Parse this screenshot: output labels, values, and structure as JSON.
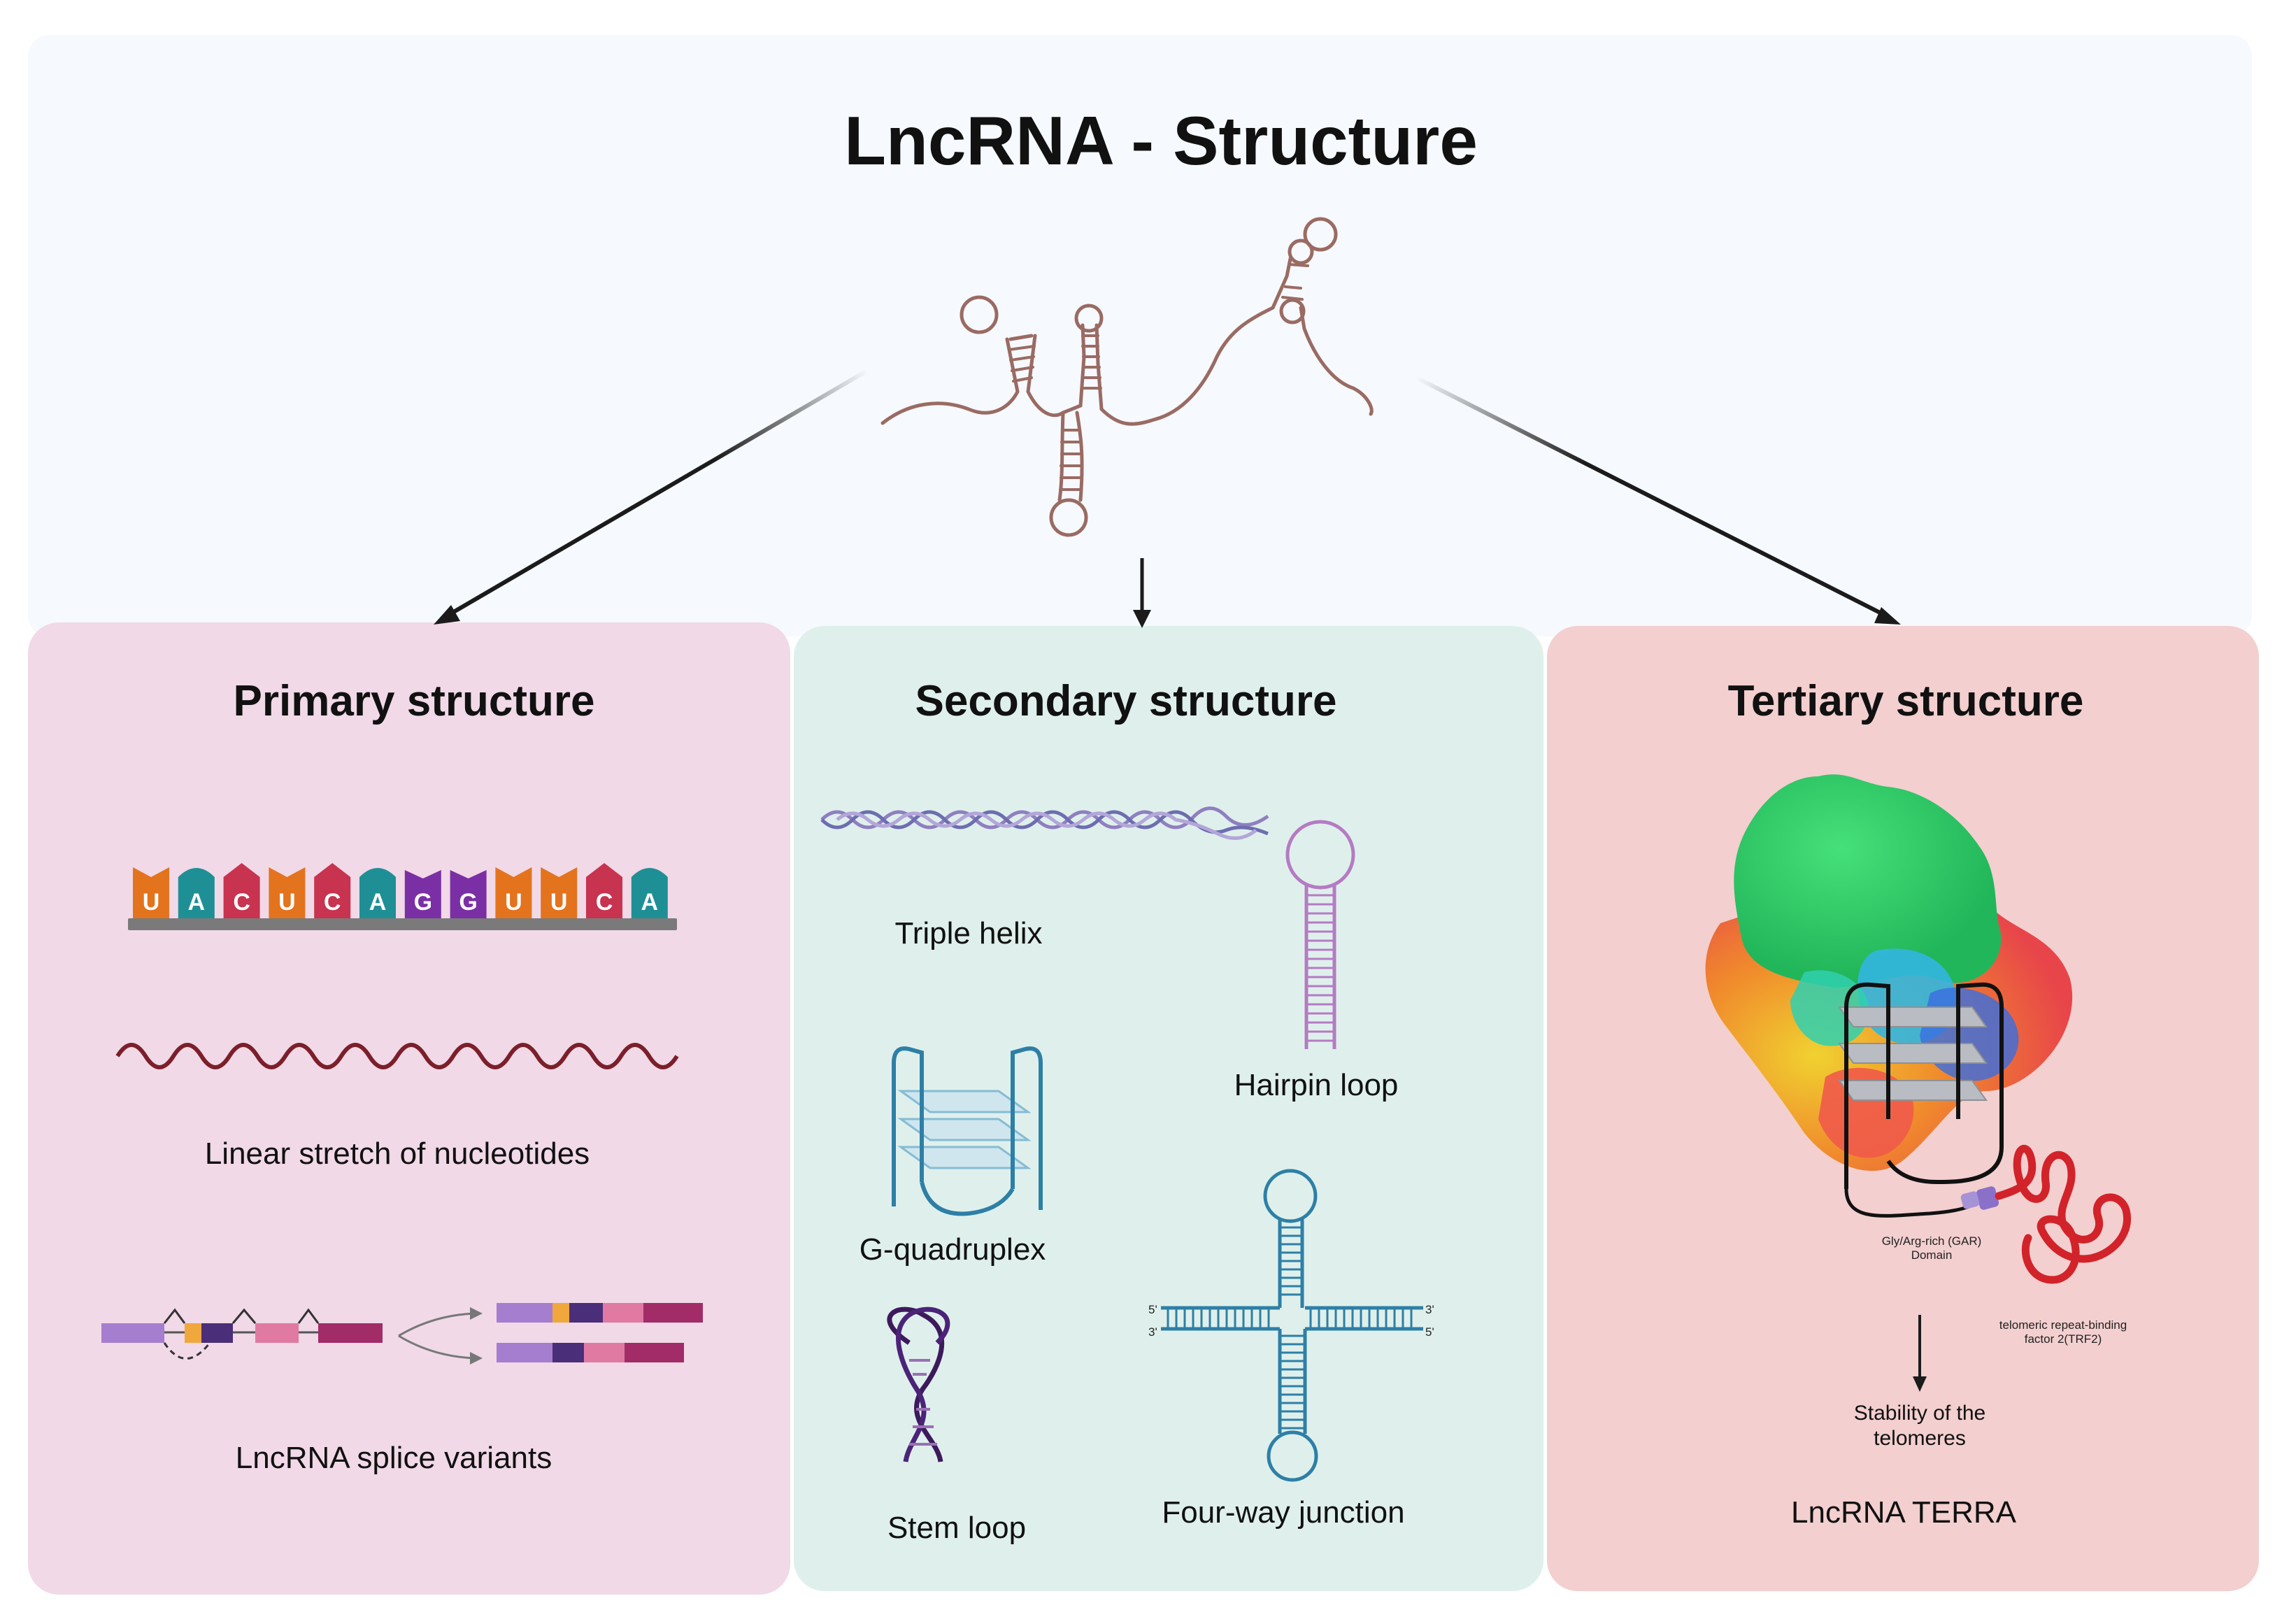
{
  "title": "LncRNA - Structure",
  "panels": {
    "primary": {
      "title": "Primary structure",
      "bg": "#f1d9e7",
      "sequence": [
        {
          "letter": "U",
          "color": "#e4731e"
        },
        {
          "letter": "A",
          "color": "#1f8f96"
        },
        {
          "letter": "C",
          "color": "#c8334f"
        },
        {
          "letter": "U",
          "color": "#e4731e"
        },
        {
          "letter": "C",
          "color": "#c8334f"
        },
        {
          "letter": "A",
          "color": "#1f8f96"
        },
        {
          "letter": "G",
          "color": "#7b2fa5"
        },
        {
          "letter": "G",
          "color": "#7b2fa5"
        },
        {
          "letter": "U",
          "color": "#e4731e"
        },
        {
          "letter": "U",
          "color": "#e4731e"
        },
        {
          "letter": "C",
          "color": "#c8334f"
        },
        {
          "letter": "A",
          "color": "#1f8f96"
        }
      ],
      "linear_label": "Linear stretch of nucleotides",
      "splice_label": "LncRNA splice variants"
    },
    "secondary": {
      "title": "Secondary structure",
      "bg": "#dff0ec",
      "triple_helix": "Triple helix",
      "hairpin_loop": "Hairpin loop",
      "g_quadruplex": "G-quadruplex",
      "stem_loop": "Stem loop",
      "four_way_junction": "Four-way junction",
      "end_5": "5'",
      "end_3": "3'"
    },
    "tertiary": {
      "title": "Tertiary structure",
      "bg": "#f3cfcf",
      "gar_label": "Gly/Arg-rich (GAR) Domain",
      "trf2_label": "telomeric repeat-binding factor 2(TRF2)",
      "outcome": "Stability of the telomeres",
      "caption": "LncRNA TERRA"
    }
  },
  "colors": {
    "background_top": "#f6f9fd",
    "rna_line": "#9a6b63",
    "arrow": "#1b1b1b",
    "secondary_blue": "#2e7fa6",
    "hairpin_purple": "#b57bc4",
    "stem_loop_purple": "#3d1a5c",
    "trf2_red": "#d2232a"
  }
}
